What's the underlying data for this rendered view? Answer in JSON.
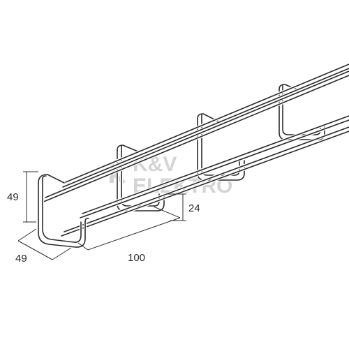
{
  "dimensions": {
    "height_label": "49",
    "width_label": "49",
    "rail_spacing_label": "100",
    "inner_height_label": "24"
  },
  "watermark": {
    "line1": "K&V",
    "line2": "ELEKTRO"
  },
  "colors": {
    "wire": "#2b2b2b",
    "watermark": "#d4d4d4",
    "background": "#ffffff"
  }
}
